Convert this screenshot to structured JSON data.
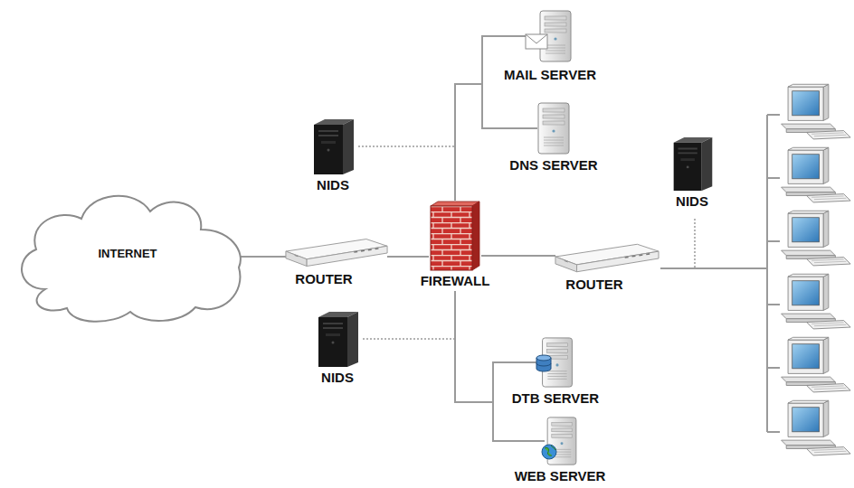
{
  "diagram": {
    "nodes": [
      {
        "text": [
          "MAIL SERVER"
        ]
      },
      {
        "text": [
          "DNS SERVER"
        ]
      },
      {
        "text": [
          "NIDS"
        ]
      },
      {
        "text": [
          "NIDS"
        ]
      },
      {
        "text": [
          "INTERNET"
        ]
      },
      {
        "text": [
          "ROUTER"
        ]
      },
      {
        "text": [
          "FIREWALL"
        ]
      },
      {
        "text": [
          "ROUTER"
        ]
      },
      {
        "text": [
          "NIDS"
        ]
      },
      {
        "text": [
          "DTB SERVER"
        ]
      },
      {
        "text": [
          "WEB SERVER"
        ]
      }
    ],
    "edges": [
      {
        "from": 4,
        "to": 5,
        "arrow": "none"
      },
      {
        "from": 5,
        "to": 6,
        "arrow": "none"
      },
      {
        "from": 6,
        "to": 7,
        "arrow": "none"
      },
      {
        "from": 6,
        "to": 0,
        "arrow": "none"
      },
      {
        "from": 6,
        "to": 1,
        "arrow": "none"
      },
      {
        "from": 2,
        "to": 6,
        "arrow": "none"
      },
      {
        "from": 8,
        "to": 6,
        "arrow": "none"
      },
      {
        "from": 6,
        "to": 9,
        "arrow": "none"
      },
      {
        "from": 6,
        "to": 10,
        "arrow": "none"
      }
    ]
  }
}
